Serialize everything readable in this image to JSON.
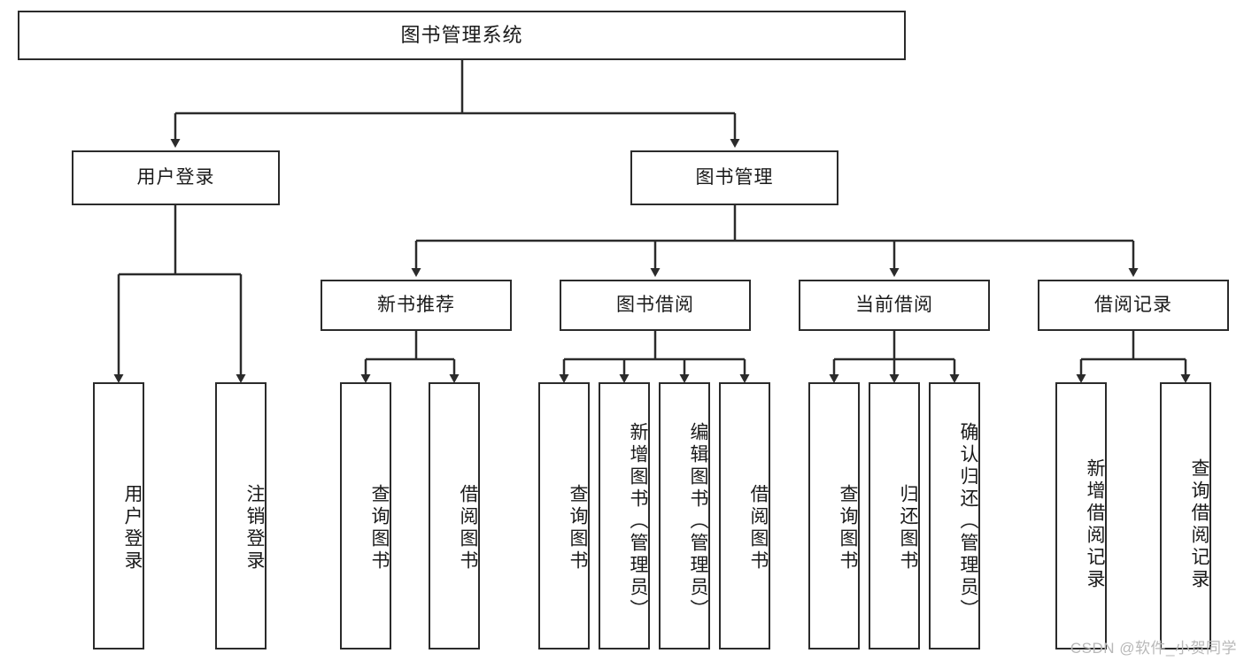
{
  "diagram": {
    "title": "图书管理系统",
    "type": "hierarchy-tree",
    "root": {
      "id": "root",
      "label": "图书管理系统"
    },
    "level2": [
      {
        "id": "user-login",
        "label": "用户登录"
      },
      {
        "id": "book-manage",
        "label": "图书管理"
      }
    ],
    "level3": [
      {
        "id": "new-book-recommend",
        "label": "新书推荐"
      },
      {
        "id": "book-borrow",
        "label": "图书借阅"
      },
      {
        "id": "current-borrow",
        "label": "当前借阅"
      },
      {
        "id": "borrow-record",
        "label": "借阅记录"
      }
    ],
    "leaves": {
      "user_login": [
        {
          "id": "leaf-user-login",
          "label": "用户登录"
        },
        {
          "id": "leaf-logout-login",
          "label": "注销登录"
        }
      ],
      "new_book_recommend": [
        {
          "id": "leaf-query-book-1",
          "label": "查询图书"
        },
        {
          "id": "leaf-borrow-book-1",
          "label": "借阅图书"
        }
      ],
      "book_borrow": [
        {
          "id": "leaf-query-book-2",
          "label": "查询图书"
        },
        {
          "id": "leaf-add-book",
          "label": "新增图书（管理员）"
        },
        {
          "id": "leaf-edit-book",
          "label": "编辑图书（管理员）"
        },
        {
          "id": "leaf-borrow-book-2",
          "label": "借阅图书"
        }
      ],
      "current_borrow": [
        {
          "id": "leaf-query-book-3",
          "label": "查询图书"
        },
        {
          "id": "leaf-return-book",
          "label": "归还图书"
        },
        {
          "id": "leaf-confirm-return",
          "label": "确认归还（管理员）"
        }
      ],
      "borrow_record": [
        {
          "id": "leaf-add-record",
          "label": "新增借阅记录"
        },
        {
          "id": "leaf-query-record",
          "label": "查询借阅记录"
        }
      ]
    }
  },
  "watermark": {
    "text": "CSDN @软件_小贺同学"
  },
  "colors": {
    "stroke": "#2b2b2b",
    "box_fill": "#ffffff",
    "text": "#1a1a1a",
    "watermark": "#b8b8b8",
    "background": "#ffffff"
  }
}
